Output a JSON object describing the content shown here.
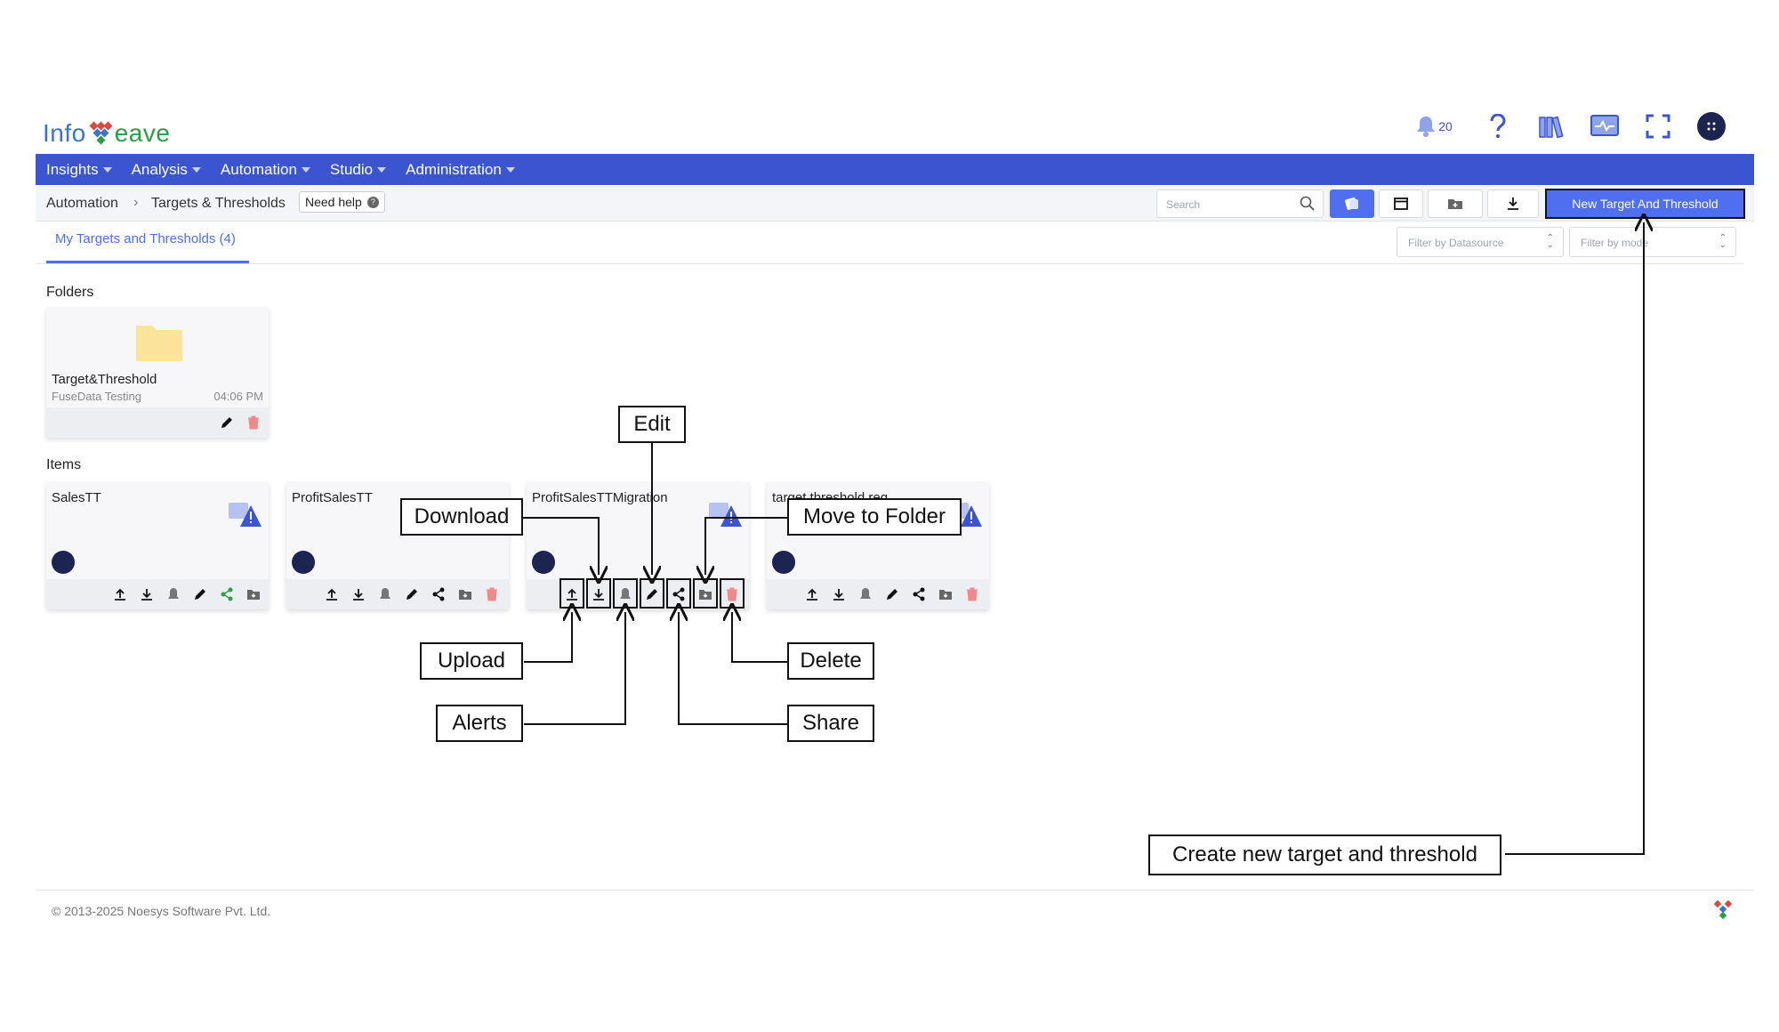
{
  "header": {
    "logo_text_left": "Info",
    "logo_text_right": "eave",
    "notification_count": "20"
  },
  "nav": {
    "items": [
      "Insights",
      "Analysis",
      "Automation",
      "Studio",
      "Administration"
    ]
  },
  "breadcrumb": {
    "root": "Automation",
    "current": "Targets & Thresholds",
    "need_help": "Need help"
  },
  "toolbar": {
    "search_placeholder": "Search",
    "new_button": "New Target And Threshold"
  },
  "tabs": {
    "active": "My Targets and Thresholds (4)"
  },
  "filters": {
    "datasource_placeholder": "Filter by Datasource",
    "mode_placeholder": "Filter by mode"
  },
  "folders": {
    "label": "Folders",
    "items": [
      {
        "name": "Target&Threshold",
        "subtitle": "FuseData Testing",
        "time": "04:06 PM"
      }
    ]
  },
  "items": {
    "label": "Items",
    "cards": [
      {
        "name": "SalesTT"
      },
      {
        "name": "ProfitSalesTT"
      },
      {
        "name": "ProfitSalesTTMigration"
      },
      {
        "name": "target threshold req"
      }
    ]
  },
  "callouts": {
    "edit": "Edit",
    "download": "Download",
    "move_to_folder": "Move to Folder",
    "upload": "Upload",
    "delete": "Delete",
    "alerts": "Alerts",
    "share": "Share",
    "create_new": "Create new target and threshold"
  },
  "footer": {
    "copyright": "© 2013-2025 Noesys Software Pvt. Ltd."
  },
  "colors": {
    "brand_blue": "#3b55d0",
    "button_blue": "#4f6ef0",
    "folder_yellow": "#fbe49a",
    "delete_red": "#f08a8a",
    "share_green": "#2ea043"
  }
}
